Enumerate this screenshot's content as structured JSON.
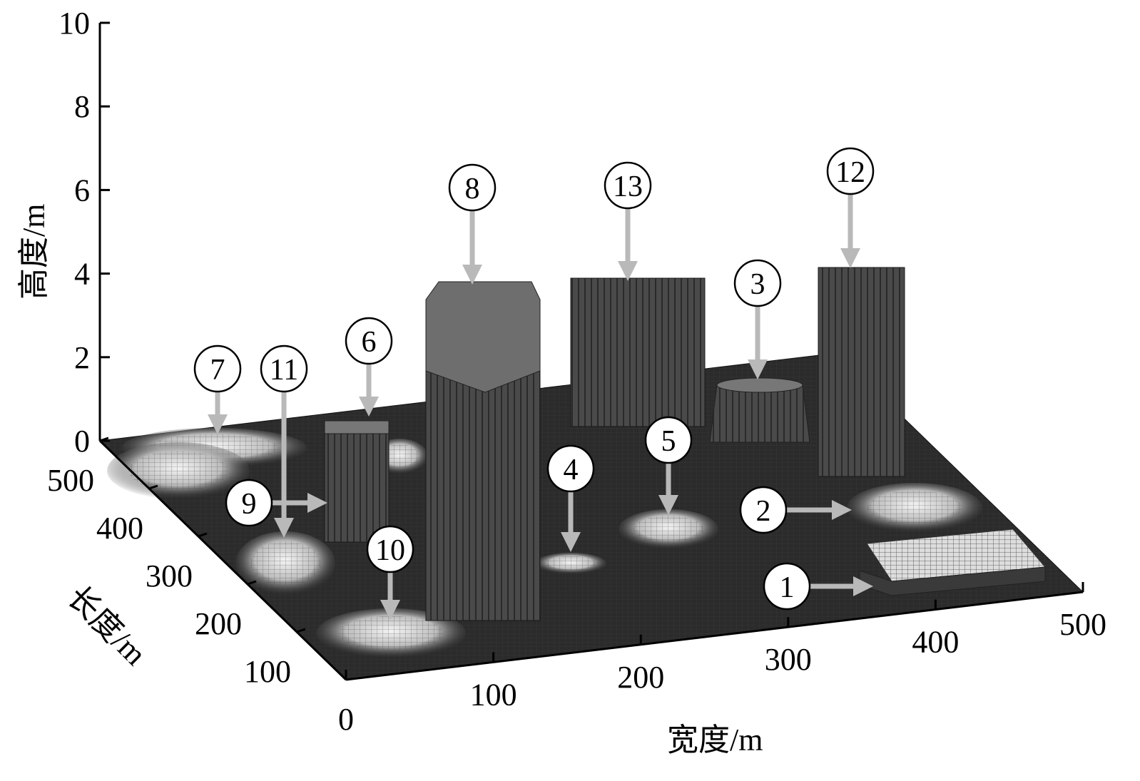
{
  "chart_data": {
    "type": "heatmap",
    "subtype": "3d-surface",
    "title": "",
    "xlabel": "宽度/m",
    "ylabel": "长度/m",
    "zlabel": "高度/m",
    "xlim": [
      0,
      500
    ],
    "ylim": [
      0,
      500
    ],
    "zlim": [
      0,
      10
    ],
    "x_ticks": [
      "0",
      "100",
      "200",
      "300",
      "400",
      "500"
    ],
    "y_ticks": [
      "100",
      "200",
      "300",
      "400",
      "500"
    ],
    "z_ticks": [
      "0",
      "2",
      "4",
      "6",
      "8",
      "10"
    ],
    "grid": false,
    "obstacles": [
      {
        "label": "1",
        "kind": "flat-block",
        "height": 0.5
      },
      {
        "label": "2",
        "kind": "hill",
        "height": 0.6
      },
      {
        "label": "3",
        "kind": "truncated-cone",
        "height": 1.5
      },
      {
        "label": "4",
        "kind": "low-plateau",
        "height": 0.2
      },
      {
        "label": "5",
        "kind": "hill",
        "height": 0.6
      },
      {
        "label": "6",
        "kind": "block",
        "height": 2.3
      },
      {
        "label": "7",
        "kind": "hill",
        "height": 0.5
      },
      {
        "label": "8",
        "kind": "cylinder",
        "height": 3.8
      },
      {
        "label": "9",
        "kind": "hill",
        "height": 0.5
      },
      {
        "label": "10",
        "kind": "hill",
        "height": 0.6
      },
      {
        "label": "11",
        "kind": "hill",
        "height": 0.7
      },
      {
        "label": "12",
        "kind": "block",
        "height": 4.1
      },
      {
        "label": "13",
        "kind": "block",
        "height": 3.9
      }
    ]
  }
}
